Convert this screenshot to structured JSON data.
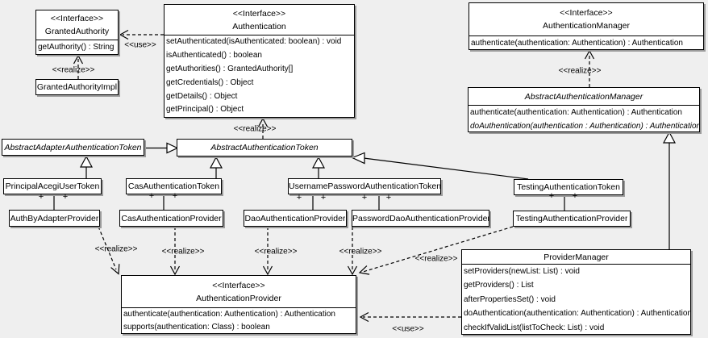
{
  "colors": {
    "background": "#efefef",
    "box_fill": "#ffffff",
    "line": "#000000",
    "shadow": "#9b9b9b"
  },
  "symbols": {
    "plus": "+"
  },
  "classes": {
    "granted_authority": {
      "stereotype": "<<Interface>>",
      "name": "GrantedAuthority",
      "methods": [
        "getAuthority() : String"
      ]
    },
    "granted_authority_impl": {
      "name": "GrantedAuthorityImpl"
    },
    "authentication": {
      "stereotype": "<<Interface>>",
      "name": "Authentication",
      "methods": [
        "setAuthenticated(isAuthenticated: boolean) : void",
        "isAuthenticated() : boolean",
        "getAuthorities() : GrantedAuthority[]",
        "getCredentials() : Object",
        "getDetails() : Object",
        "getPrincipal() : Object"
      ]
    },
    "authentication_manager": {
      "stereotype": "<<Interface>>",
      "name": "AuthenticationManager",
      "methods": [
        "authenticate(authentication: Authentication) : Authentication"
      ]
    },
    "abstract_authentication_manager": {
      "name": "AbstractAuthenticationManager",
      "methods": [
        "authenticate(authentication: Authentication) : Authentication",
        "doAuthentication(authentication : Authentication) : Authentication"
      ]
    },
    "abstract_adapter_authentication_token": {
      "name": "AbstractAdapterAuthenticationToken"
    },
    "abstract_authentication_token": {
      "name": "AbstractAuthenticationToken"
    },
    "principal_acegi_user_token": {
      "name": "PrincipalAcegiUserToken"
    },
    "auth_by_adapter_provider": {
      "name": "AuthByAdapterProvider"
    },
    "cas_authentication_token": {
      "name": "CasAuthenticationToken"
    },
    "cas_authentication_provider": {
      "name": "CasAuthenticationProvider"
    },
    "username_password_authentication_token": {
      "name": "UsernamePasswordAuthenticationToken"
    },
    "dao_authentication_provider": {
      "name": "DaoAuthenticationProvider"
    },
    "password_dao_authentication_provider": {
      "name": "PasswordDaoAuthenticationProvider"
    },
    "testing_authentication_token": {
      "name": "TestingAuthenticationToken"
    },
    "testing_authentication_provider": {
      "name": "TestingAuthenticationProvider"
    },
    "authentication_provider": {
      "stereotype": "<<Interface>>",
      "name": "AuthenticationProvider",
      "methods": [
        "authenticate(authentication: Authentication) : Authentication",
        "supports(authentication: Class) : boolean"
      ]
    },
    "provider_manager": {
      "name": "ProviderManager",
      "methods": [
        "setProviders(newList: List) : void",
        "getProviders() : List",
        "afterPropertiesSet() : void",
        "doAuthentication(authentication: Authentication) : Authentication",
        "checkIfValidList(listToCheck: List) : void"
      ]
    }
  },
  "edge_labels": {
    "use_granted_authority": "<<use>>",
    "realize_granted_authority_impl": "<<realize>>",
    "realize_abstract_authentication_token": "<<realize>>",
    "realize_abstract_authentication_manager": "<<realize>>",
    "realize_auth_by_adapter_provider": "<<realize>>",
    "realize_cas_authentication_provider": "<<realize>>",
    "realize_dao_authentication_provider": "<<realize>>",
    "realize_password_dao_authentication_provider": "<<realize>>",
    "realize_testing_authentication_provider": "<<realize>>",
    "use_provider_manager": "<<use>>"
  }
}
